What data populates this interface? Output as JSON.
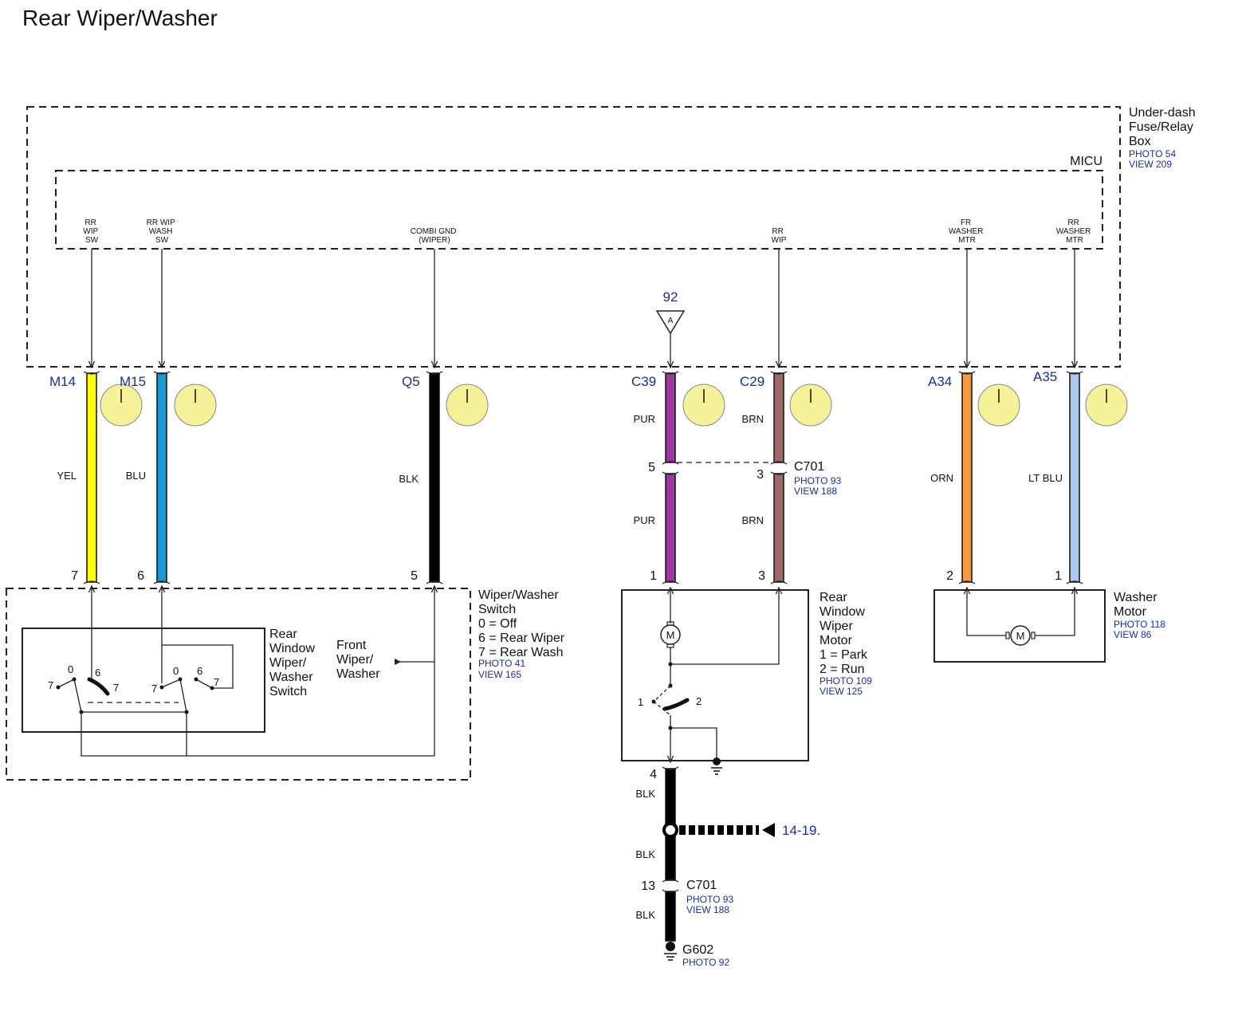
{
  "title": "Rear Wiper/Washer",
  "colors": {
    "panel_fill": "#d4e4f4",
    "indicator_fill": "#f6f29a",
    "wire_yel": "#ffff00",
    "wire_blu": "#1a9ad0",
    "wire_blk": "#000000",
    "wire_pur": "#9b3a9e",
    "wire_brn": "#9c6a66",
    "wire_orn": "#f59a3c",
    "wire_ltblu": "#a8c8f0",
    "ref_blue": "#1a2fa0"
  },
  "fuse_box": {
    "name_lines": [
      "Under-dash",
      "Fuse/Relay",
      "Box"
    ],
    "photo": "PHOTO 54",
    "view": "VIEW 209",
    "micu": "MICU",
    "ground_ref": "92",
    "ground_letter": "A"
  },
  "terminals": [
    {
      "id": "rr-wip-sw",
      "label_lines": [
        "RR",
        "WIP",
        "SW"
      ]
    },
    {
      "id": "rr-wip-wash-sw",
      "label_lines": [
        "RR WIP",
        "WASH",
        "SW"
      ]
    },
    {
      "id": "combi-gnd",
      "label_lines": [
        "COMBI GND",
        "(WIPER)"
      ]
    },
    {
      "id": "rr-wip",
      "label_lines": [
        "RR",
        "WIP"
      ]
    },
    {
      "id": "fr-washer-mtr",
      "label_lines": [
        "FR",
        "WASHER",
        "MTR"
      ]
    },
    {
      "id": "rr-washer-mtr",
      "label_lines": [
        "RR",
        "WASHER",
        "MTR"
      ]
    }
  ],
  "wires": [
    {
      "id": "m14",
      "connector": "M14",
      "color_label": "YEL",
      "pin_bottom": "7"
    },
    {
      "id": "m15",
      "connector": "M15",
      "color_label": "BLU",
      "pin_bottom": "6"
    },
    {
      "id": "q5",
      "connector": "Q5",
      "color_label": "BLK",
      "pin_bottom": "5"
    },
    {
      "id": "c39",
      "connector": "C39",
      "color_label": "PUR",
      "color_label_2": "PUR",
      "pin_mid": "5",
      "pin_bottom": "1"
    },
    {
      "id": "c29",
      "connector": "C29",
      "color_label": "BRN",
      "color_label_2": "BRN",
      "pin_mid": "3",
      "pin_bottom": "3"
    },
    {
      "id": "a34",
      "connector": "A34",
      "color_label": "ORN",
      "pin_bottom": "2"
    },
    {
      "id": "a35",
      "connector": "A35",
      "color_label": "LT BLU",
      "pin_bottom": "1"
    }
  ],
  "c701_upper": {
    "name": "C701",
    "photo": "PHOTO 93",
    "view": "VIEW 188"
  },
  "switch": {
    "name_lines": [
      "Wiper/Washer",
      "Switch",
      "0 = Off",
      "6 = Rear Wiper",
      "7 = Rear Wash"
    ],
    "photo": "PHOTO 41",
    "view": "VIEW 165",
    "inner_lines": [
      "Rear",
      "Window",
      "Wiper/",
      "Washer",
      "Switch"
    ],
    "front_lines": [
      "Front",
      "Wiper/",
      "Washer"
    ],
    "positions": {
      "off": "0",
      "wiper": "6",
      "wash": "7"
    }
  },
  "wiper_motor": {
    "name_lines": [
      "Rear",
      "Window",
      "Wiper",
      "Motor",
      "1 = Park",
      "2 = Run"
    ],
    "photo": "PHOTO 109",
    "view": "VIEW 125",
    "motor_symbol": "M",
    "park": "1",
    "run": "2",
    "pin_out": "4"
  },
  "washer_motor": {
    "name_lines": [
      "Washer",
      "Motor"
    ],
    "photo": "PHOTO 118",
    "view": "VIEW 86",
    "motor_symbol": "M"
  },
  "ground_wire": {
    "color_label_1": "BLK",
    "color_label_2": "BLK",
    "color_label_3": "BLK",
    "splice_ref": "14-19.",
    "c701_pin": "13",
    "c701": {
      "name": "C701",
      "photo": "PHOTO 93",
      "view": "VIEW 188"
    },
    "ground": {
      "name": "G602",
      "photo": "PHOTO 92"
    }
  }
}
